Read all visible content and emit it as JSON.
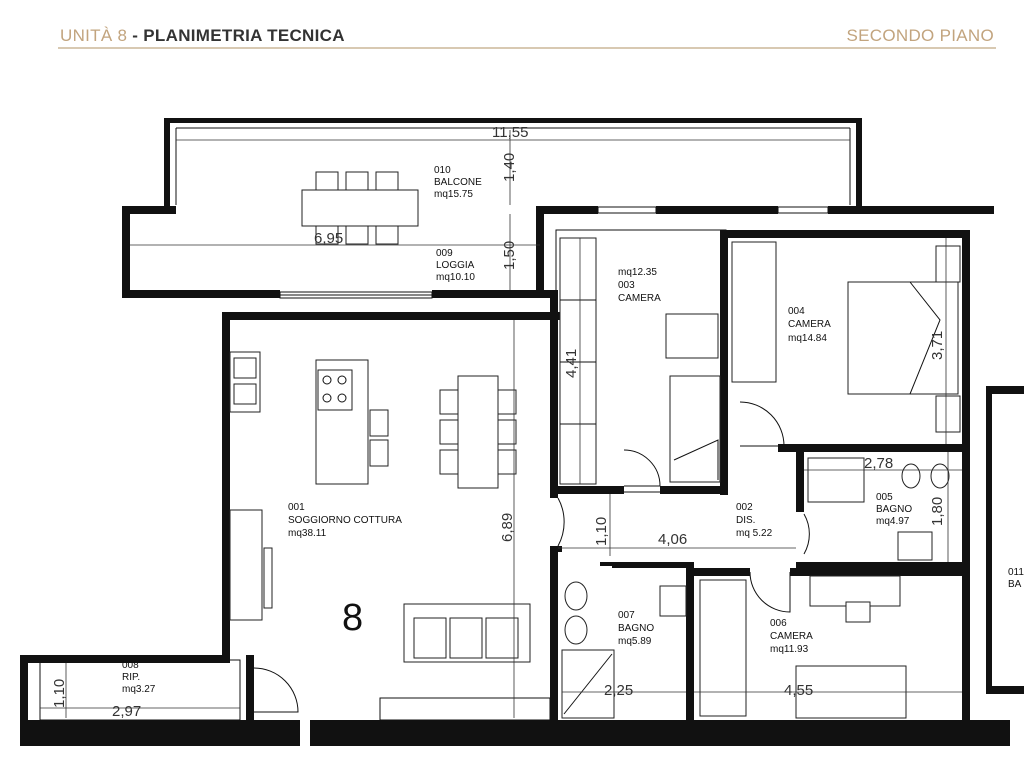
{
  "header": {
    "unit_label": "UNITÀ 8",
    "separator": " - ",
    "title": "PLANIMETRIA TECNICA",
    "floor": "SECONDO PIANO"
  },
  "colors": {
    "accent": "#c2a47e",
    "rule": "#d8c9b2",
    "text": "#333333"
  },
  "unit_number": "8",
  "rooms": {
    "r010": {
      "code": "010",
      "name": "BALCONE",
      "area": "mq15.75"
    },
    "r009": {
      "code": "009",
      "name": "LOGGIA",
      "area": "mq10.10"
    },
    "r003": {
      "area": "mq12.35",
      "code": "003",
      "name": "CAMERA"
    },
    "r004": {
      "code": "004",
      "name": "CAMERA",
      "area": "mq14.84"
    },
    "r001": {
      "code": "001",
      "name": "SOGGIORNO COTTURA",
      "area": "mq38.11"
    },
    "r002": {
      "code": "002",
      "name": "DIS.",
      "area": "mq 5.22"
    },
    "r005": {
      "code": "005",
      "name": "BAGNO",
      "area": "mq4.97"
    },
    "r007": {
      "code": "007",
      "name": "BAGNO",
      "area": "mq5.89"
    },
    "r006": {
      "code": "006",
      "name": "CAMERA",
      "area": "mq11.93"
    },
    "r008": {
      "code": "008",
      "name": "RIP.",
      "area": "mq3.27"
    },
    "r011": {
      "code": "011",
      "name": "BA"
    }
  },
  "dimensions": {
    "d_11_55": "11,55",
    "d_1_40": "1,40",
    "d_6_95": "6,95",
    "d_1_50": "1,50",
    "d_4_41": "4,41",
    "d_3_71": "3,71",
    "d_2_78": "2,78",
    "d_1_80": "1,80",
    "d_6_89": "6,89",
    "d_1_10a": "1,10",
    "d_4_06": "4,06",
    "d_2_25": "2,25",
    "d_4_55": "4,55",
    "d_1_10b": "1,10",
    "d_2_97": "2,97"
  }
}
